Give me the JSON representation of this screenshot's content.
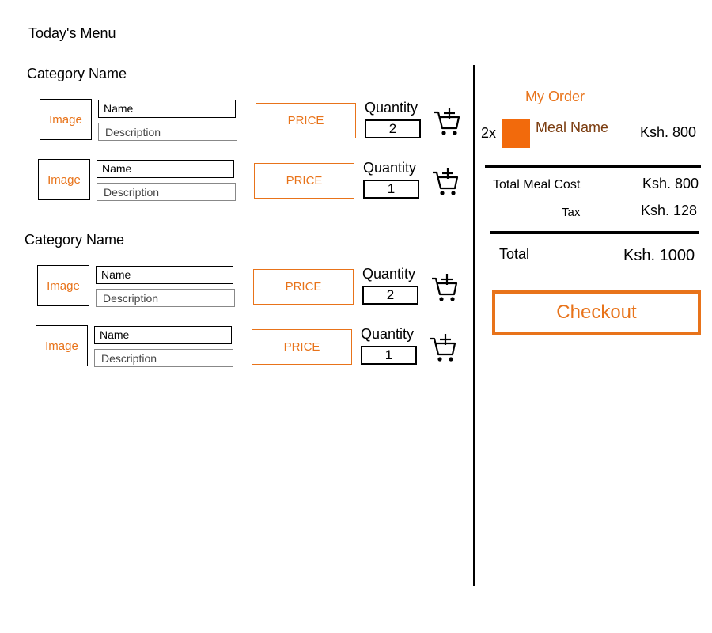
{
  "page_title": "Today's Menu",
  "categories": [
    {
      "title": "Category Name",
      "items": [
        {
          "image": "Image",
          "name": "Name",
          "description": "Description",
          "price": "PRICE",
          "quantity_label": "Quantity",
          "quantity": "2",
          "icon": "add-to-cart-icon"
        },
        {
          "image": "Image",
          "name": "Name",
          "description": "Description",
          "price": "PRICE",
          "quantity_label": "Quantity",
          "quantity": "1",
          "icon": "add-to-cart-icon"
        }
      ]
    },
    {
      "title": "Category Name",
      "items": [
        {
          "image": "Image",
          "name": "Name",
          "description": "Description",
          "price": "PRICE",
          "quantity_label": "Quantity",
          "quantity": "2",
          "icon": "add-to-cart-icon"
        },
        {
          "image": "Image",
          "name": "Name",
          "description": "Description",
          "price": "PRICE",
          "quantity_label": "Quantity",
          "quantity": "1",
          "icon": "add-to-cart-icon"
        }
      ]
    }
  ],
  "order": {
    "title": "My Order",
    "line": {
      "qty": "2x",
      "name": "Meal Name",
      "price": "Ksh. 800"
    },
    "summary": {
      "meal_cost_label": "Total Meal Cost",
      "meal_cost": "Ksh. 800",
      "tax_label": "Tax",
      "tax": "Ksh. 128",
      "total_label": "Total",
      "total": "Ksh. 1000"
    },
    "checkout_label": "Checkout"
  },
  "colors": {
    "accent": "#e8731a",
    "swatch": "#f26a0c",
    "meal_name": "#7a3b0e"
  }
}
